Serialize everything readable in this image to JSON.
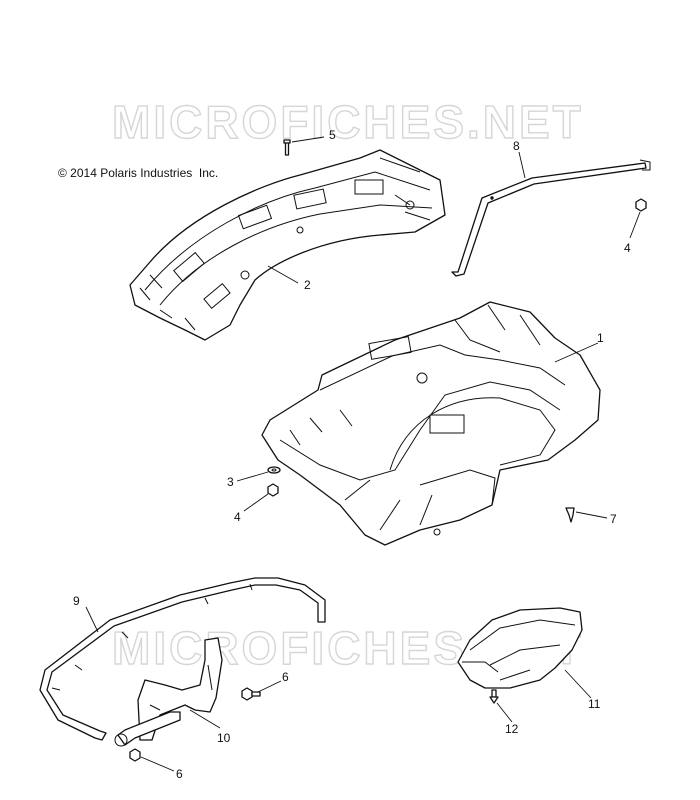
{
  "copyright": "© 2014 Polaris Industries  Inc.",
  "watermark": "MICROFICHES.NET",
  "callouts": [
    "1",
    "2",
    "3",
    "4",
    "4",
    "5",
    "6",
    "6",
    "7",
    "8",
    "9",
    "10",
    "11",
    "12"
  ]
}
